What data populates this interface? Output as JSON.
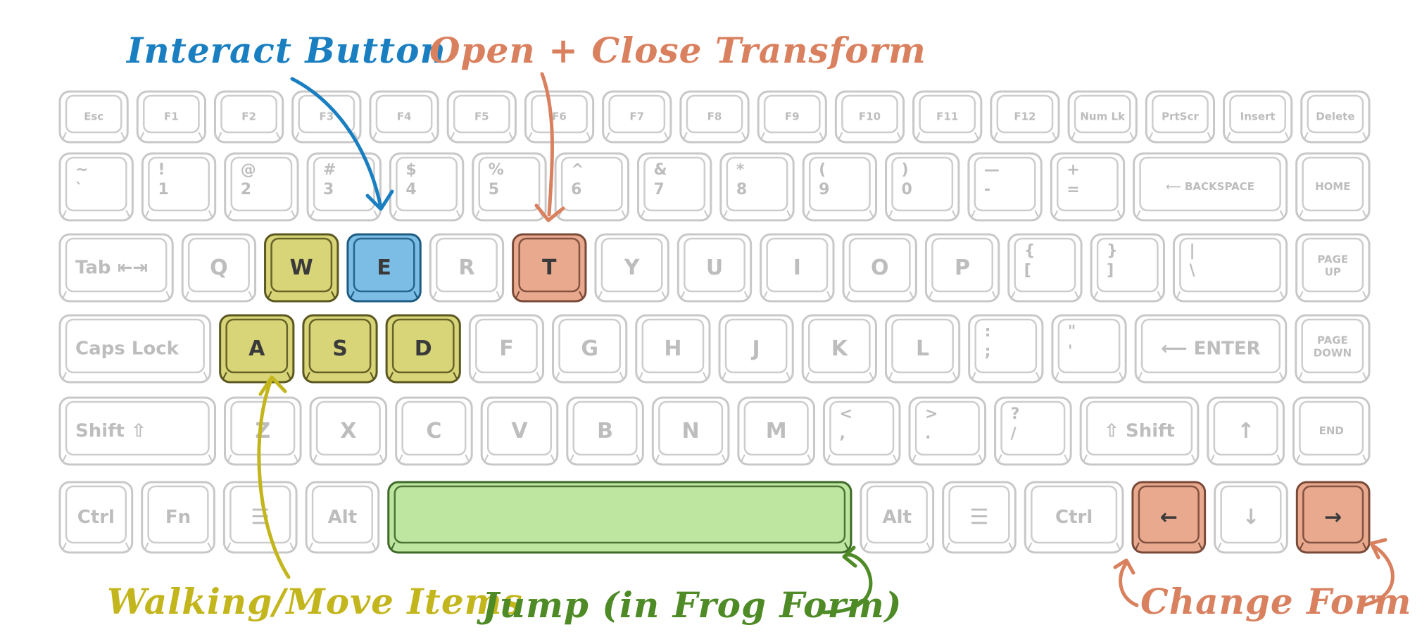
{
  "annotations": {
    "interact": "Interact Button",
    "transform": "Open + Close Transform",
    "walking": "Walking/Move Items",
    "jump": "Jump (in Frog Form)",
    "change_form": "Change Form"
  },
  "colors": {
    "key_border": "#c8c8c8",
    "key_face": "#ffffff",
    "key_text": "#bdbdbd",
    "walk": "#d8d478",
    "interact": "#7cbde6",
    "transform": "#e8a98f",
    "jump": "#bfe6a0",
    "walk_text": "#c3b51c",
    "interact_text": "#1a7fc1",
    "transform_text": "#d9805f",
    "jump_text": "#4e8a26"
  },
  "rows": [
    [
      {
        "label": "Esc",
        "w": 1,
        "s": "small"
      },
      {
        "label": "F1",
        "w": 1,
        "s": "small"
      },
      {
        "label": "F2",
        "w": 1,
        "s": "small"
      },
      {
        "label": "F3",
        "w": 1,
        "s": "small"
      },
      {
        "label": "F4",
        "w": 1,
        "s": "small"
      },
      {
        "label": "F5",
        "w": 1,
        "s": "small"
      },
      {
        "label": "F6",
        "w": 1,
        "s": "small"
      },
      {
        "label": "F7",
        "w": 1,
        "s": "small"
      },
      {
        "label": "F8",
        "w": 1,
        "s": "small"
      },
      {
        "label": "F9",
        "w": 1,
        "s": "small"
      },
      {
        "label": "F10",
        "w": 1,
        "s": "small"
      },
      {
        "label": "F11",
        "w": 1,
        "s": "small"
      },
      {
        "label": "F12",
        "w": 1,
        "s": "small"
      },
      {
        "label": "Num Lk",
        "w": 1,
        "s": "small"
      },
      {
        "label": "PrtScr",
        "w": 1,
        "s": "small"
      },
      {
        "label": "Insert",
        "w": 1,
        "s": "small"
      },
      {
        "label": "Delete",
        "w": 1,
        "s": "small"
      }
    ],
    [
      {
        "top": "~",
        "bottom": "`",
        "w": 1
      },
      {
        "top": "!",
        "bottom": "1",
        "w": 1
      },
      {
        "top": "@",
        "bottom": "2",
        "w": 1
      },
      {
        "top": "#",
        "bottom": "3",
        "w": 1
      },
      {
        "top": "$",
        "bottom": "4",
        "w": 1
      },
      {
        "top": "%",
        "bottom": "5",
        "w": 1
      },
      {
        "top": "^",
        "bottom": "6",
        "w": 1
      },
      {
        "top": "&",
        "bottom": "7",
        "w": 1
      },
      {
        "top": "*",
        "bottom": "8",
        "w": 1
      },
      {
        "top": "(",
        "bottom": "9",
        "w": 1
      },
      {
        "top": ")",
        "bottom": "0",
        "w": 1
      },
      {
        "top": "—",
        "bottom": "-",
        "w": 1
      },
      {
        "top": "+",
        "bottom": "=",
        "w": 1
      },
      {
        "label": "⟵ BACKSPACE",
        "w": 2.1,
        "s": "small"
      },
      {
        "label": "HOME",
        "w": 1,
        "s": "small"
      }
    ],
    [
      {
        "label": "Tab ⇤⇥",
        "w": 1.55,
        "s": "mid",
        "align": "left"
      },
      {
        "label": "Q",
        "w": 1
      },
      {
        "label": "W",
        "w": 1,
        "hl": "walk"
      },
      {
        "label": "E",
        "w": 1,
        "hl": "interact"
      },
      {
        "label": "R",
        "w": 1
      },
      {
        "label": "T",
        "w": 1,
        "hl": "transform"
      },
      {
        "label": "Y",
        "w": 1
      },
      {
        "label": "U",
        "w": 1
      },
      {
        "label": "I",
        "w": 1
      },
      {
        "label": "O",
        "w": 1
      },
      {
        "label": "P",
        "w": 1
      },
      {
        "top": "{",
        "bottom": "[",
        "w": 1
      },
      {
        "top": "}",
        "bottom": "]",
        "w": 1
      },
      {
        "top": "|",
        "bottom": "\\",
        "w": 1.55
      },
      {
        "label": "PAGE UP",
        "w": 1,
        "s": "small"
      }
    ],
    [
      {
        "label": "Caps Lock",
        "w": 2.05,
        "s": "mid",
        "align": "left"
      },
      {
        "label": "A",
        "w": 1,
        "hl": "walk"
      },
      {
        "label": "S",
        "w": 1,
        "hl": "walk"
      },
      {
        "label": "D",
        "w": 1,
        "hl": "walk"
      },
      {
        "label": "F",
        "w": 1
      },
      {
        "label": "G",
        "w": 1
      },
      {
        "label": "H",
        "w": 1
      },
      {
        "label": "J",
        "w": 1
      },
      {
        "label": "K",
        "w": 1
      },
      {
        "label": "L",
        "w": 1
      },
      {
        "top": ":",
        "bottom": ";",
        "w": 1
      },
      {
        "top": "\"",
        "bottom": "'",
        "w": 1
      },
      {
        "label": "⟵ ENTER",
        "w": 2.05,
        "s": "mid"
      },
      {
        "label": "PAGE DOWN",
        "w": 1,
        "s": "small"
      }
    ],
    [
      {
        "label": "Shift ⇧",
        "w": 2.05,
        "s": "mid",
        "align": "left"
      },
      {
        "label": "Z",
        "w": 1
      },
      {
        "label": "X",
        "w": 1
      },
      {
        "label": "C",
        "w": 1
      },
      {
        "label": "V",
        "w": 1
      },
      {
        "label": "B",
        "w": 1
      },
      {
        "label": "N",
        "w": 1
      },
      {
        "label": "M",
        "w": 1
      },
      {
        "top": "<",
        "bottom": ",",
        "w": 1
      },
      {
        "top": ">",
        "bottom": ".",
        "w": 1
      },
      {
        "top": "?",
        "bottom": "/",
        "w": 1
      },
      {
        "label": "⇧ Shift",
        "w": 1.55,
        "s": "mid"
      },
      {
        "label": "↑",
        "w": 1
      },
      {
        "label": "END",
        "w": 1,
        "s": "small"
      }
    ],
    [
      {
        "label": "Ctrl",
        "w": 1,
        "s": "mid"
      },
      {
        "label": "Fn",
        "w": 1,
        "s": "mid"
      },
      {
        "label": "☰",
        "w": 1
      },
      {
        "label": "Alt",
        "w": 1,
        "s": "mid"
      },
      {
        "label": "",
        "w": 6.4,
        "hl": "jump"
      },
      {
        "label": "Alt",
        "w": 1,
        "s": "mid"
      },
      {
        "label": "☰",
        "w": 1
      },
      {
        "label": "Ctrl",
        "w": 1.35,
        "s": "mid"
      },
      {
        "label": "←",
        "w": 1,
        "hl": "transform"
      },
      {
        "label": "↓",
        "w": 1
      },
      {
        "label": "→",
        "w": 1,
        "hl": "transform"
      }
    ]
  ]
}
